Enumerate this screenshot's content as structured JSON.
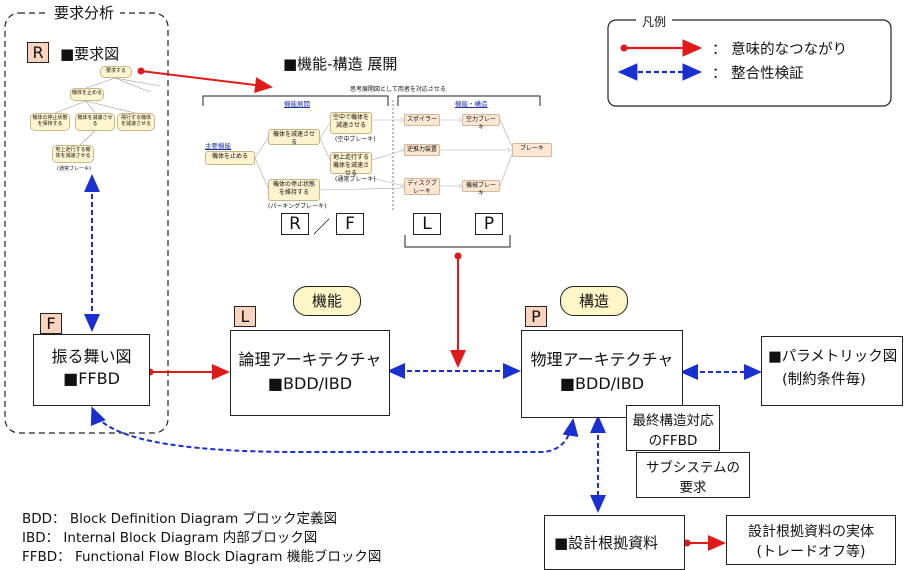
{
  "requirements_analysis": {
    "title": "要求分析"
  },
  "legend": {
    "title": "凡例",
    "items": [
      {
        "label": "： 意味的なつながり",
        "color": "#e01a1a"
      },
      {
        "label": "： 整合性検証",
        "color": "#1a2fd0"
      }
    ]
  },
  "requirements_diagram": {
    "tag": "R",
    "title": "■要求図",
    "nodes": [
      "要求する",
      "機体を止める",
      "機体の停止状態を保持する",
      "機体を減速させる",
      "飛行する機体を減速させる",
      "地上走行する機体を減速させる"
    ],
    "note": "(通常ブレーキ)"
  },
  "function_structure": {
    "title": "■機能-構造 展開",
    "function_header": "機能展開",
    "structure_header": "機能・構造",
    "consider_note": "思考展開図として両者を対応させる",
    "main_function": "主要機能",
    "function_nodes": [
      "機体を止める",
      "機体を減速させる",
      "機体の停止状態を維持する",
      "空中で機体を減速させる",
      "地上走行する機体を減速させる"
    ],
    "function_notes": [
      "(空中ブレーキ)",
      "(通常ブレーキ)",
      "(パーキングブレーキ)"
    ],
    "structure_nodes": [
      "スポイラー",
      "逆推力装置",
      "ディスクブレーキ",
      "空力ブレーキ",
      "ブレーキ",
      "機械ブレーキ"
    ],
    "labels": {
      "r": "R",
      "slash": "／",
      "f": "F",
      "l": "L",
      "p": "P"
    }
  },
  "behavior": {
    "tag": "F",
    "title": "振る舞い図",
    "subtitle": "■FFBD"
  },
  "logical": {
    "tag": "L",
    "pill": "機能",
    "title": "論理アーキテクチャ",
    "subtitle": "■BDD/IBD"
  },
  "physical": {
    "tag": "P",
    "pill": "構造",
    "title": "物理アーキテクチャ",
    "subtitle": "■BDD/IBD"
  },
  "parametric": {
    "title": "■パラメトリック図",
    "subtitle": "(制約条件毎)"
  },
  "final_ffbd": {
    "line1": "最終構造対応",
    "line2": "のFFBD"
  },
  "subsystem": {
    "line1": "サブシステムの",
    "line2": "要求"
  },
  "design_basis": {
    "title": "■設計根拠資料"
  },
  "design_entity": {
    "line1": "設計根拠資料の実体",
    "line2": "(トレードオフ等)"
  },
  "definitions": [
    "BDD： Block Definition Diagram ブロック定義図",
    "IBD： Internal Block Diagram 内部ブロック図",
    "FFBD： Functional Flow Block Diagram 機能ブロック図"
  ]
}
